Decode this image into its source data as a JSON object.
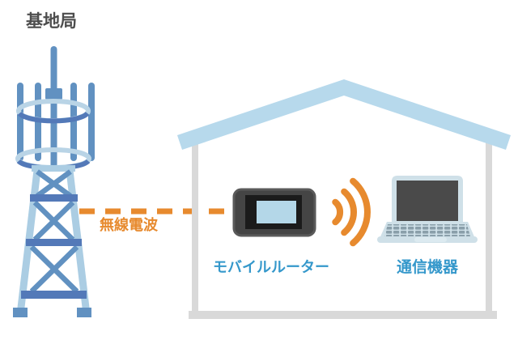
{
  "diagram": {
    "base_station_label": "基地局",
    "radio_wave_label": "無線電波",
    "mobile_router_label": "モバイルルーター",
    "device_label": "通信機器"
  },
  "icons": {
    "cell_tower": "cell-tower-icon",
    "radio_wave_line": "radio-wave-dashed-line",
    "house": "house-outline",
    "mobile_router": "mobile-router-icon",
    "wifi_signal": "wifi-signal-icon",
    "laptop": "laptop-icon"
  },
  "colors": {
    "orange": "#E78A2E",
    "label_blue": "#3598CB",
    "text_dark": "#4D4D4D",
    "tower_steel": "#6191C1",
    "tower_steel_dark": "#5379B8",
    "tower_light": "#ABCDE3",
    "ring_light": "#B9D4E6",
    "roof_blue": "#B7D9EC",
    "wall_gray": "#D9D9D9",
    "router_body": "#454545",
    "router_edge": "#5A5A5A",
    "router_bezel": "#1B1B1B",
    "router_screen": "#B4D7E8",
    "laptop_body": "#CFE0E8",
    "laptop_screen": "#4A4A4A",
    "laptop_keys": "#8A9FAA",
    "laptop_trackpad": "#DCEAF0"
  }
}
